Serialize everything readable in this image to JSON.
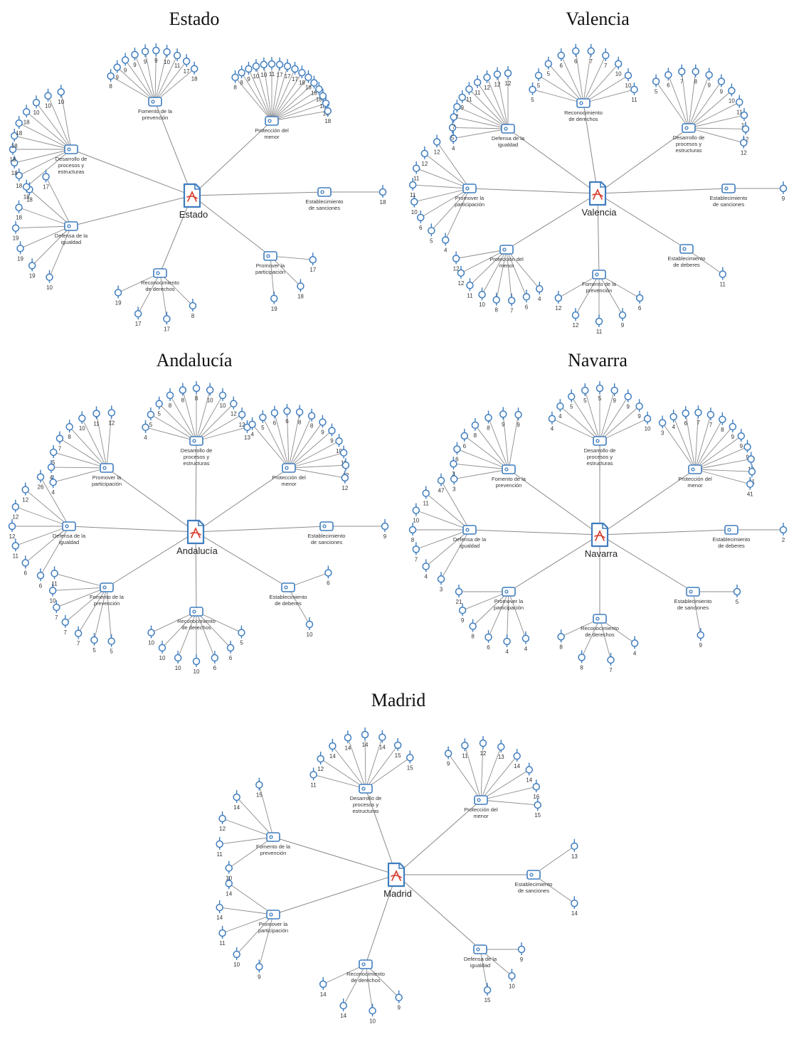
{
  "colors": {
    "node": "#3f7dbf",
    "pdf_red": "#d63b2b",
    "edge": "#8c8c8c"
  },
  "icons": {
    "center": "pdf-document-icon",
    "category": "code-tag-icon",
    "leaf": "quote-pin-icon"
  },
  "panels": [
    {
      "title": "Estado",
      "center": "Estado",
      "categories": [
        {
          "name": "Fomento de la prevención",
          "label_lines": [
            "Fomento de la",
            "prevención"
          ],
          "leaves": [
            "8",
            "9",
            "9",
            "9",
            "9",
            "9",
            "10",
            "11",
            "17",
            "18"
          ]
        },
        {
          "name": "Protección del menor",
          "label_lines": [
            "Protección del",
            "menor"
          ],
          "leaves": [
            "8",
            "8",
            "9",
            "10",
            "10",
            "11",
            "17",
            "17",
            "17",
            "18",
            "18",
            "18",
            "18",
            "18",
            "18",
            "18"
          ]
        },
        {
          "name": "Establecimiento de sanciones",
          "label_lines": [
            "Establecimiento",
            "de sanciones"
          ],
          "leaves": [
            "18"
          ]
        },
        {
          "name": "Promover la participación",
          "label_lines": [
            "Promover la",
            "participación"
          ],
          "leaves": [
            "17",
            "18",
            "19"
          ]
        },
        {
          "name": "Reconocimiento de derechos",
          "label_lines": [
            "Reconocimiento",
            "de derechos"
          ],
          "leaves": [
            "8",
            "17",
            "17",
            "19"
          ]
        },
        {
          "name": "Defensa de la igualdad",
          "label_lines": [
            "Defensa de la",
            "igualdad"
          ],
          "leaves": [
            "10",
            "19",
            "19",
            "19",
            "18",
            "18",
            "17"
          ]
        },
        {
          "name": "Desarrollo de procesos y estructuras",
          "label_lines": [
            "Desarrollo de",
            "procesos y",
            "estructuras"
          ],
          "leaves": [
            "18",
            "18",
            "18",
            "18",
            "18",
            "18",
            "18",
            "10",
            "10",
            "10"
          ]
        }
      ]
    },
    {
      "title": "Valencia",
      "center": "Valencia",
      "categories": [
        {
          "name": "Reconocimiento de derechos",
          "label_lines": [
            "Reconocimiento",
            "de derechos"
          ],
          "leaves": [
            "5",
            "5",
            "5",
            "6",
            "6",
            "7",
            "7",
            "10",
            "10",
            "11"
          ]
        },
        {
          "name": "Desarrollo de procesos y estructuras",
          "label_lines": [
            "Desarrollo de",
            "procesos y",
            "estructuras"
          ],
          "leaves": [
            "5",
            "6",
            "7",
            "8",
            "9",
            "9",
            "10",
            "11",
            "11",
            "12",
            "12"
          ]
        },
        {
          "name": "Establecimiento de sanciones",
          "label_lines": [
            "Establecimiento",
            "de sanciones"
          ],
          "leaves": [
            "9"
          ]
        },
        {
          "name": "Establecimiento de deberes",
          "label_lines": [
            "Establecimiento",
            "de deberes"
          ],
          "leaves": [
            "11"
          ]
        },
        {
          "name": "Fomento de la prevención",
          "label_lines": [
            "Fomento de la",
            "prevención"
          ],
          "leaves": [
            "6",
            "9",
            "11",
            "12",
            "12"
          ]
        },
        {
          "name": "Protección del menor",
          "label_lines": [
            "Protección del",
            "menor"
          ],
          "leaves": [
            "4",
            "6",
            "7",
            "8",
            "10",
            "11",
            "12",
            "12"
          ]
        },
        {
          "name": "Promover la participación",
          "label_lines": [
            "Promover la",
            "participación"
          ],
          "leaves": [
            "4",
            "5",
            "6",
            "10",
            "11",
            "11",
            "12",
            "12"
          ]
        },
        {
          "name": "Defensa de la igualdad",
          "label_lines": [
            "Defensa de la",
            "igualdad"
          ],
          "leaves": [
            "4",
            "5",
            "7",
            "7",
            "9",
            "11",
            "11",
            "12",
            "12",
            "12"
          ]
        }
      ]
    },
    {
      "title": "Andalucía",
      "center": "Andalucía",
      "categories": [
        {
          "name": "Desarrollo de procesos y estructuras",
          "label_lines": [
            "Desarrollo de",
            "procesos y",
            "estructuras"
          ],
          "leaves": [
            "4",
            "5",
            "5",
            "8",
            "8",
            "8",
            "10",
            "10",
            "12",
            "12",
            "13"
          ]
        },
        {
          "name": "Protección del menor",
          "label_lines": [
            "Protección del",
            "menor"
          ],
          "leaves": [
            "4",
            "5",
            "6",
            "6",
            "8",
            "8",
            "9",
            "9",
            "10",
            "11",
            "12",
            "12"
          ]
        },
        {
          "name": "Establecimiento de sanciones",
          "label_lines": [
            "Establecimiento",
            "de sanciones"
          ],
          "leaves": [
            "9"
          ]
        },
        {
          "name": "Establecimiento de deberes",
          "label_lines": [
            "Establecimiento",
            "de deberes"
          ],
          "leaves": [
            "6",
            "10"
          ]
        },
        {
          "name": "Reconocimiento de derechos",
          "label_lines": [
            "Reconocimiento",
            "de derechos"
          ],
          "leaves": [
            "5",
            "6",
            "6",
            "10",
            "10",
            "10",
            "10"
          ]
        },
        {
          "name": "Fomento de la prevención",
          "label_lines": [
            "Fomento de la",
            "prevención"
          ],
          "leaves": [
            "5",
            "5",
            "7",
            "7",
            "7",
            "10",
            "11"
          ]
        },
        {
          "name": "Defensa de la igualdad",
          "label_lines": [
            "Defensa de la",
            "igualdad"
          ],
          "leaves": [
            "6",
            "6",
            "11",
            "12",
            "12",
            "12",
            "26"
          ]
        },
        {
          "name": "Promover la participación",
          "label_lines": [
            "Promover la",
            "participación"
          ],
          "leaves": [
            "4",
            "4",
            "5",
            "7",
            "8",
            "10",
            "11",
            "12"
          ]
        }
      ]
    },
    {
      "title": "Navarra",
      "center": "Navarra",
      "categories": [
        {
          "name": "Desarrollo de procesos y estructuras",
          "label_lines": [
            "Desarrollo de",
            "procesos y",
            "estructuras"
          ],
          "leaves": [
            "4",
            "4",
            "5",
            "5",
            "5",
            "9",
            "9",
            "9",
            "10"
          ]
        },
        {
          "name": "Protección del menor",
          "label_lines": [
            "Protección del",
            "menor"
          ],
          "leaves": [
            "3",
            "4",
            "6",
            "7",
            "7",
            "8",
            "9",
            "9",
            "9",
            "10",
            "11",
            "41"
          ]
        },
        {
          "name": "Establecimiento de deberes",
          "label_lines": [
            "Establecimiento",
            "de deberes"
          ],
          "leaves": [
            "2"
          ]
        },
        {
          "name": "Establecimiento de sanciones",
          "label_lines": [
            "Establecimiento",
            "de sanciones"
          ],
          "leaves": [
            "5",
            "9"
          ]
        },
        {
          "name": "Reconocimiento de derechos",
          "label_lines": [
            "Reconocimiento",
            "de derechos"
          ],
          "leaves": [
            "4",
            "7",
            "8",
            "8"
          ]
        },
        {
          "name": "Promover la participación",
          "label_lines": [
            "Promover la",
            "participación"
          ],
          "leaves": [
            "4",
            "4",
            "6",
            "8",
            "9",
            "21"
          ]
        },
        {
          "name": "Defensa de la igualdad",
          "label_lines": [
            "Defensa de la",
            "igualdad"
          ],
          "leaves": [
            "3",
            "4",
            "7",
            "8",
            "10",
            "11",
            "47"
          ]
        },
        {
          "name": "Fomento de la prevención",
          "label_lines": [
            "Fomento de la",
            "prevención"
          ],
          "leaves": [
            "3",
            "3",
            "6",
            "6",
            "8",
            "8",
            "9",
            "9"
          ]
        }
      ]
    },
    {
      "title": "Madrid",
      "center": "Madrid",
      "categories": [
        {
          "name": "Desarrollo de procesos y estructuras",
          "label_lines": [
            "Desarrollo de",
            "procesos y",
            "estructuras"
          ],
          "leaves": [
            "11",
            "12",
            "14",
            "14",
            "14",
            "14",
            "15",
            "15"
          ]
        },
        {
          "name": "Protección del menor",
          "label_lines": [
            "Protección del",
            "menor"
          ],
          "leaves": [
            "9",
            "11",
            "12",
            "13",
            "14",
            "14",
            "16",
            "15"
          ]
        },
        {
          "name": "Establecimiento de sanciones",
          "label_lines": [
            "Establecimiento",
            "de sanciones"
          ],
          "leaves": [
            "13",
            "14"
          ]
        },
        {
          "name": "Defensa de la igualdad",
          "label_lines": [
            "Defensa de la",
            "igualdad"
          ],
          "leaves": [
            "9",
            "10",
            "15"
          ]
        },
        {
          "name": "Reconocimiento de derechos",
          "label_lines": [
            "Reconocimiento",
            "de derechos"
          ],
          "leaves": [
            "9",
            "10",
            "14",
            "14"
          ]
        },
        {
          "name": "Promover la participación",
          "label_lines": [
            "Promover la",
            "participación"
          ],
          "leaves": [
            "9",
            "10",
            "11",
            "14",
            "14"
          ]
        },
        {
          "name": "Fomento de la prevención",
          "label_lines": [
            "Fomento de la",
            "prevención"
          ],
          "leaves": [
            "10",
            "11",
            "12",
            "14",
            "15"
          ]
        }
      ]
    }
  ]
}
